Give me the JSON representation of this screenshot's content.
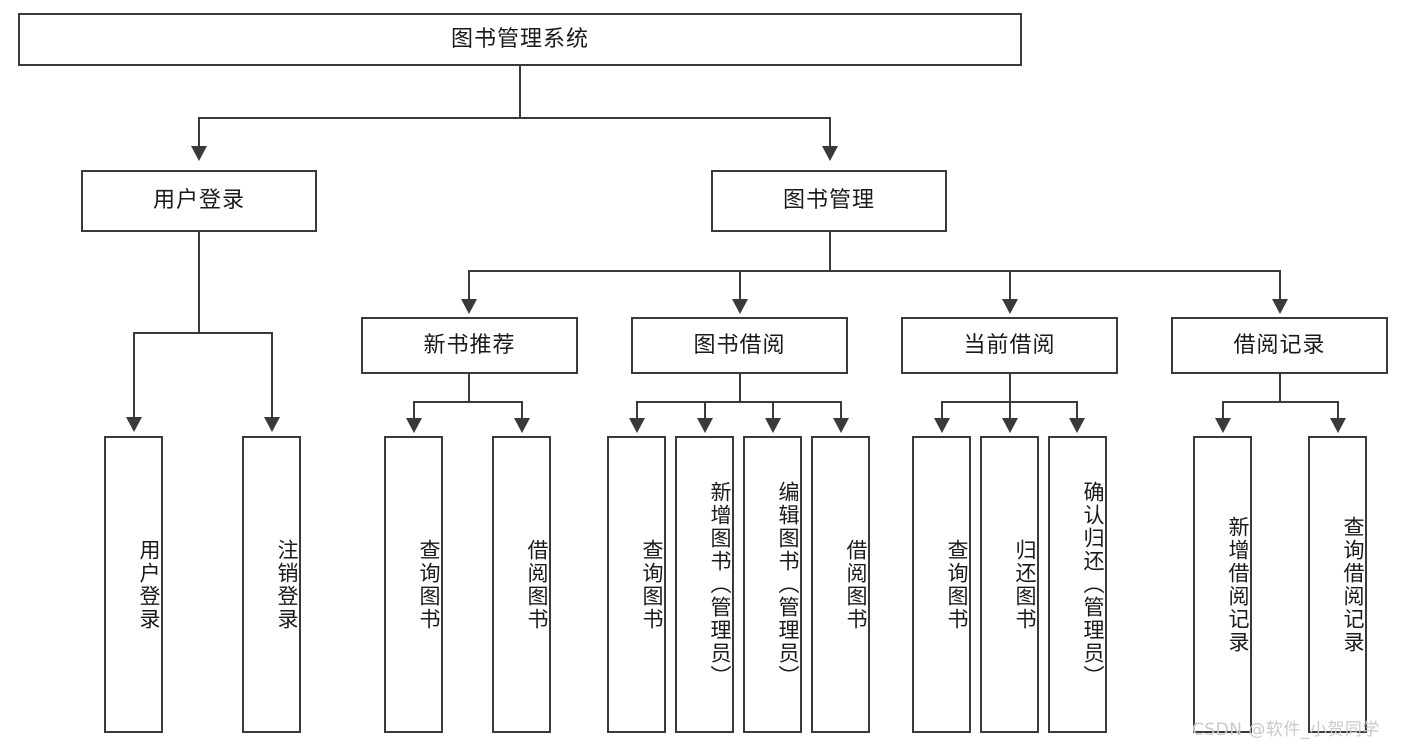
{
  "diagram": {
    "type": "hierarchy-tree",
    "title_node": {
      "label": "图书管理系统"
    },
    "level2": [
      {
        "id": "user-login",
        "label": "用户登录"
      },
      {
        "id": "book-management",
        "label": "图书管理"
      }
    ],
    "level3": [
      {
        "id": "new-book-recommend",
        "label": "新书推荐"
      },
      {
        "id": "book-borrow",
        "label": "图书借阅"
      },
      {
        "id": "current-borrow",
        "label": "当前借阅"
      },
      {
        "id": "borrow-record",
        "label": "借阅记录"
      }
    ],
    "leaves": {
      "user_login": [
        {
          "id": "leaf-user-login",
          "label": "用户登录"
        },
        {
          "id": "leaf-logout",
          "label": "注销登录"
        }
      ],
      "new_book_recommend": [
        {
          "id": "leaf-query-book-1",
          "label": "查询图书"
        },
        {
          "id": "leaf-borrow-book-1",
          "label": "借阅图书"
        }
      ],
      "book_borrow": [
        {
          "id": "leaf-query-book-2",
          "label": "查询图书"
        },
        {
          "id": "leaf-add-book",
          "label": "新增图书（管理员）"
        },
        {
          "id": "leaf-edit-book",
          "label": "编辑图书（管理员）"
        },
        {
          "id": "leaf-borrow-book-2",
          "label": "借阅图书"
        }
      ],
      "current_borrow": [
        {
          "id": "leaf-query-book-3",
          "label": "查询图书"
        },
        {
          "id": "leaf-return-book",
          "label": "归还图书"
        },
        {
          "id": "leaf-confirm-return",
          "label": "确认归还（管理员）"
        }
      ],
      "borrow_record": [
        {
          "id": "leaf-add-borrow-record",
          "label": "新增借阅记录"
        },
        {
          "id": "leaf-query-borrow-record",
          "label": "查询借阅记录"
        }
      ]
    },
    "watermark": "CSDN @软件_小贺同学",
    "colors": {
      "stroke": "#3a3a3a",
      "fill": "#ffffff",
      "text": "#1a1a1a",
      "watermark": "#c9c9c9"
    }
  }
}
